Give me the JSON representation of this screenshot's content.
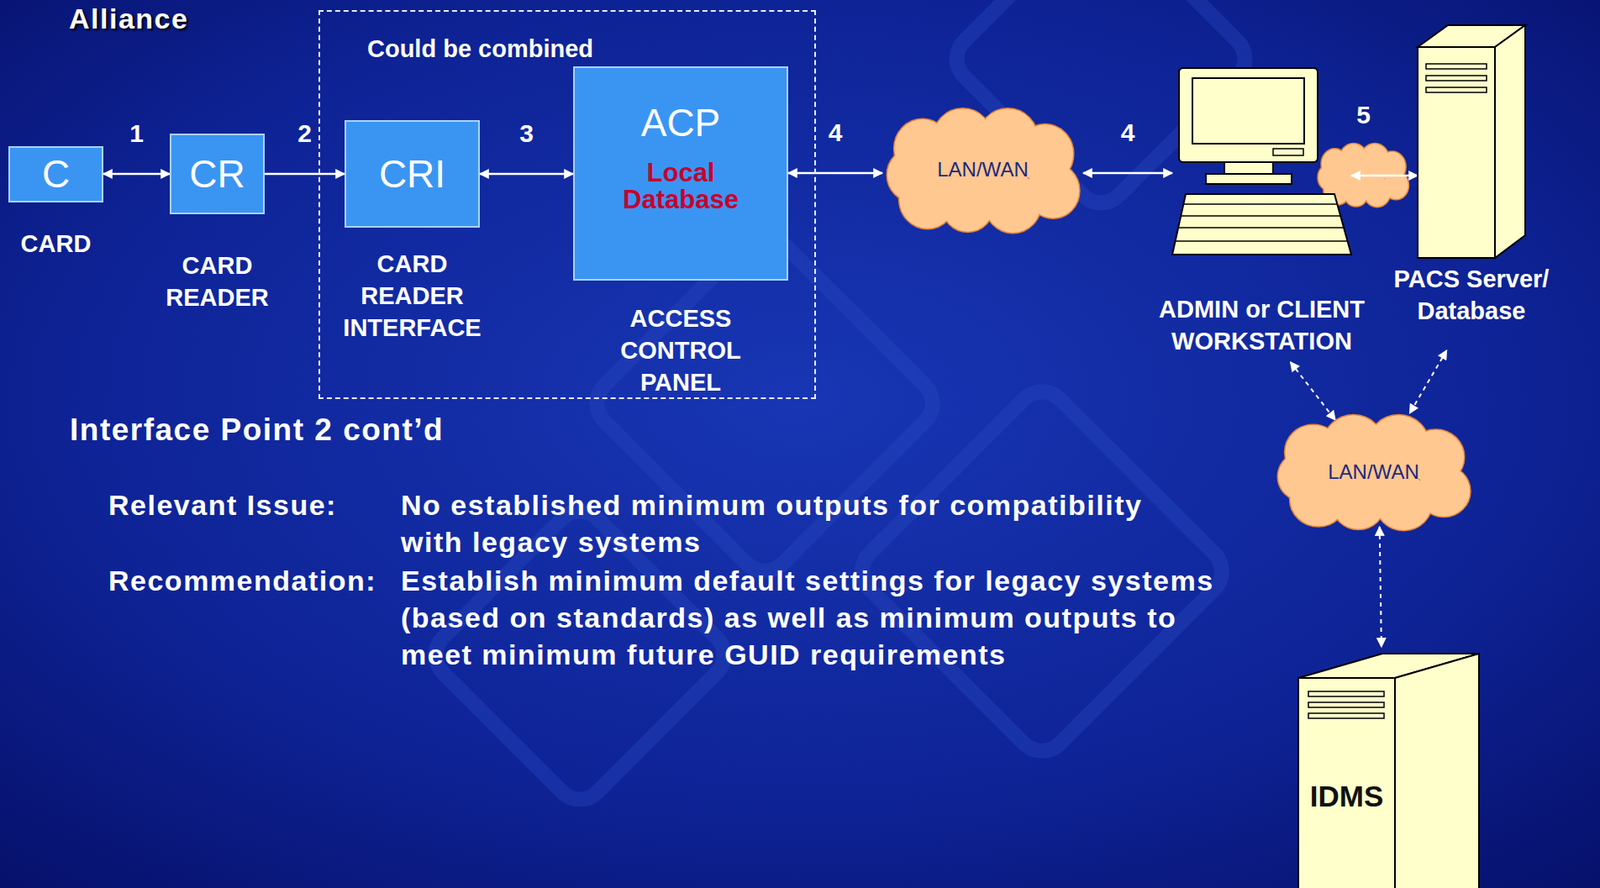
{
  "diagram": {
    "title": "Interface Point 2 cont’d",
    "nodes": [
      {
        "text": [
          "C",
          "CARD"
        ]
      },
      {
        "text": [
          "CR",
          "CARD READER"
        ]
      },
      {
        "text": [
          "Could be combined"
        ]
      },
      {
        "text": [
          "CRI",
          "CARD READER INTERFACE"
        ],
        "in": 2
      },
      {
        "text": [
          "ACP",
          "Local Database",
          "ACCESS CONTROL PANEL"
        ],
        "in": 2
      },
      {
        "text": [
          "LAN/WAN"
        ]
      },
      {
        "text": [
          "ADMIN or CLIENT WORKSTATION"
        ]
      },
      {
        "text": [
          "PACS Server/ Database"
        ]
      },
      {
        "text": [
          "LAN/WAN"
        ]
      },
      {
        "text": [
          "IDMS"
        ]
      }
    ],
    "edges": [
      {
        "from": 0,
        "to": 1,
        "arrow": "both",
        "label": "1"
      },
      {
        "from": 1,
        "to": 3,
        "arrow": "to",
        "label": "2"
      },
      {
        "from": 3,
        "to": 4,
        "arrow": "both",
        "label": "3"
      },
      {
        "from": 4,
        "to": 5,
        "arrow": "both",
        "label": "4"
      },
      {
        "from": 5,
        "to": 6,
        "arrow": "both",
        "label": "4"
      },
      {
        "from": 6,
        "to": 7,
        "arrow": "both",
        "label": "5"
      },
      {
        "from": 6,
        "to": 8,
        "arrow": "both"
      },
      {
        "from": 7,
        "to": 8,
        "arrow": "both"
      },
      {
        "from": 8,
        "to": 9,
        "arrow": "both"
      }
    ],
    "labels": [
      "Alliance",
      "Relevant Issue:",
      "No established minimum outputs for compatibility with legacy systems",
      "Recommendation:",
      "Establish minimum default settings for legacy systems (based on standards) as well as minimum outputs to meet minimum future GUID requirements"
    ]
  }
}
